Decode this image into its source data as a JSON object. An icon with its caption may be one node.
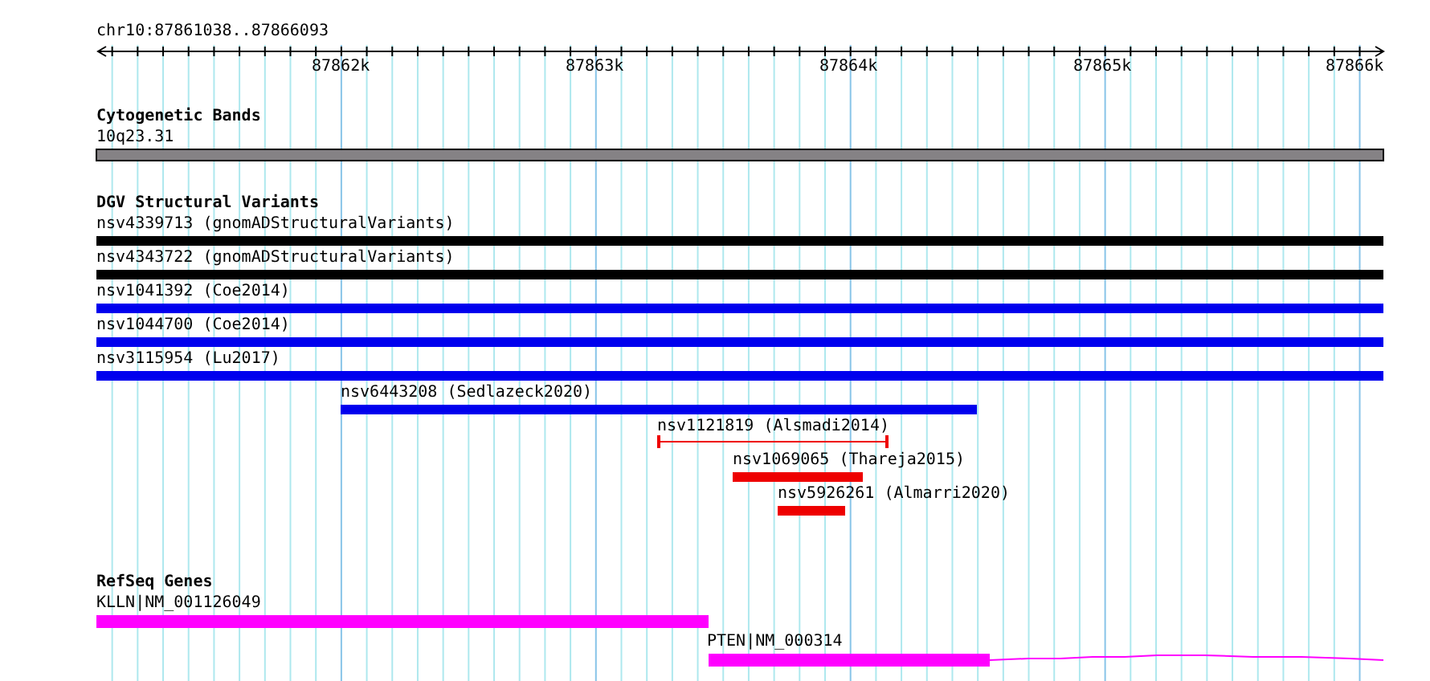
{
  "diagram": {
    "labels": [
      "chr10:87861038..87866093",
      "87862k",
      "87863k",
      "87864k",
      "87865k",
      "87866k",
      "Cytogenetic Bands",
      "10q23.31",
      "DGV Structural Variants",
      "nsv4339713 (gnomADStructuralVariants)",
      "nsv4343722 (gnomADStructuralVariants)",
      "nsv1041392 (Coe2014)",
      "nsv1044700 (Coe2014)",
      "nsv3115954 (Lu2017)",
      "nsv6443208 (Sedlazeck2020)",
      "nsv1121819 (Alsmadi2014)",
      "nsv1069065 (Thareja2015)",
      "nsv5926261 (Almarri2020)",
      "RefSeq Genes",
      "KLLN|NM_001126049",
      "PTEN|NM_000314"
    ]
  }
}
